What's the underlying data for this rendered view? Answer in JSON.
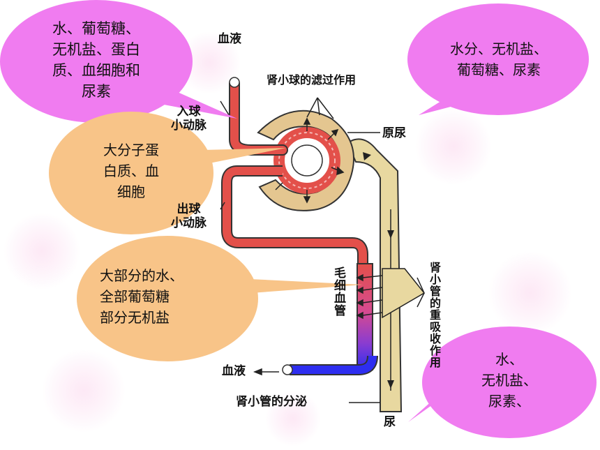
{
  "diagram": {
    "labels": {
      "blood_in": "血液",
      "glomerulus_filtration": "肾小球的滤过作用",
      "afferent_arteriole": "入球\n小动脉",
      "primary_urine": "原尿",
      "efferent_arteriole": "出球\n小动脉",
      "capillary": "毛细血管",
      "tubule_reabsorption": "肾小管的重吸收作用",
      "blood_out": "血液",
      "tubule_secretion": "肾小管的分泌",
      "urine": "尿"
    },
    "colors": {
      "artery": "#e3504a",
      "vein": "#2e2ef0",
      "tubule": "#e8d8a0",
      "capsule": "#e4c690",
      "bubble_pink": "#f07cf0",
      "bubble_orange": "#f8c488"
    }
  },
  "bubbles": {
    "top_left": "水、葡萄糖、\n无机盐、蛋白\n质、血细胞和\n尿素",
    "top_right": "水分、无机盐、\n葡萄糖、尿素",
    "mid_left": "大分子蛋\n白质、血\n细胞",
    "lower_left": "大部分的水、\n全部葡萄糖\n部分无机盐",
    "bottom_right": "水、\n无机盐、\n尿素、"
  }
}
